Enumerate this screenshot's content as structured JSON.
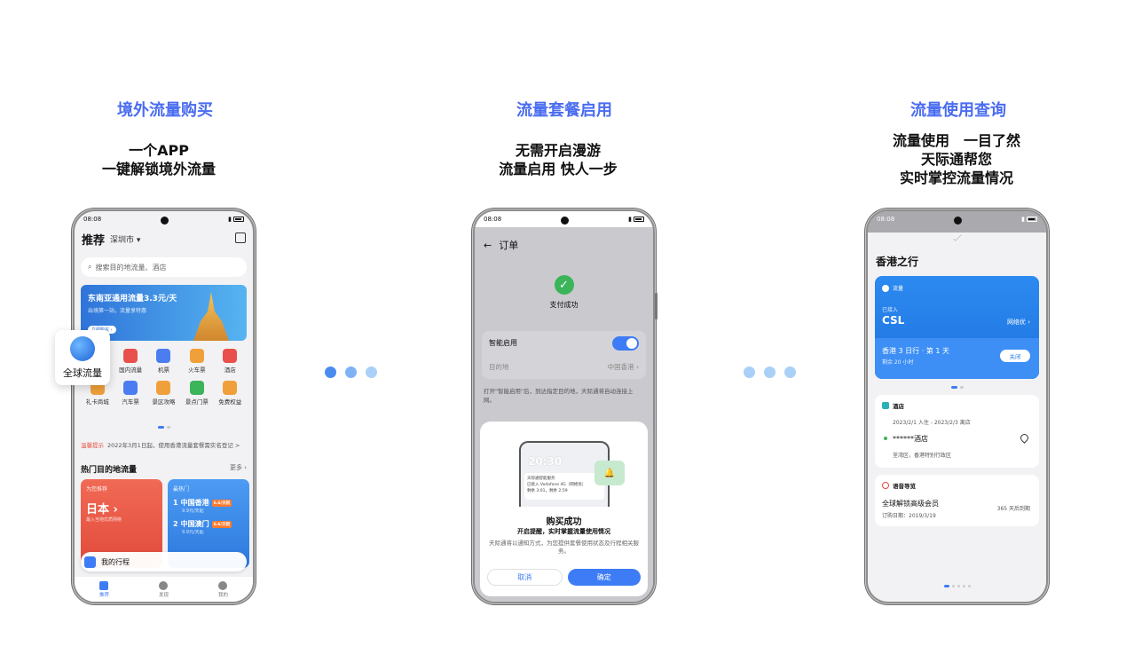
{
  "columns": [
    {
      "title": "境外流量购买",
      "subtitle": [
        "一个APP",
        "一键解锁境外流量"
      ]
    },
    {
      "title": "流量套餐启用",
      "subtitle": [
        "无需开启漫游",
        "流量启用 快人一步"
      ]
    },
    {
      "title": "流量使用查询",
      "subtitle": [
        "流量使用　一目了然",
        "天际通帮您",
        "实时掌控流量情况"
      ]
    }
  ],
  "colors": {
    "accent": "#4a6cf0",
    "blue": "#3d7cf5",
    "dot_strong": "#4a8bf0",
    "dot_light": "#a9d0f7"
  },
  "status_time": "08:08",
  "phone1": {
    "title": "推荐",
    "city": "深圳市 ▾",
    "search_placeholder": "搜索目的地流量、酒店",
    "banner": {
      "title": "东南亚通用流量3.3元/天",
      "subtitle": "出境第一站，流量享特惠",
      "button": "立即购买 ›"
    },
    "grid": [
      {
        "label": "",
        "color": "transparent"
      },
      {
        "label": "国内流量",
        "color": "#e9504b"
      },
      {
        "label": "机票",
        "color": "#4b7df0"
      },
      {
        "label": "火车票",
        "color": "#f0a03a"
      },
      {
        "label": "酒店",
        "color": "#e9504b"
      },
      {
        "label": "礼卡商城",
        "color": "#f0a03a"
      },
      {
        "label": "汽车票",
        "color": "#4b7df0"
      },
      {
        "label": "景区攻略",
        "color": "#f0a03a"
      },
      {
        "label": "景点门票",
        "color": "#3bb45a"
      },
      {
        "label": "免费权益",
        "color": "#f0a03a"
      }
    ],
    "notice_tag": "温馨提示",
    "notice_text": "2022年3月1日起，使用香港流量套餐需实名登记 >",
    "hot_title": "热门目的地流量",
    "hot_more": "更多 ›",
    "card_red": {
      "tag": "为您推荐",
      "name": "日本 ›",
      "desc": "最入当地优质网络"
    },
    "card_blue": {
      "tag": "最热门",
      "rows": [
        {
          "n": "1",
          "name": "中国香港",
          "badge": "6.6/天起"
        },
        {
          "n": "2",
          "name": "中国澳门",
          "badge": "6.6/天起"
        }
      ],
      "price": "9.9元/天起"
    },
    "trip_label": "我的行程",
    "tabs": [
      "推荐",
      "发现",
      "我的"
    ],
    "float_label": "全球流量"
  },
  "phone2": {
    "header": "订单",
    "success": "支付成功",
    "smart_label": "智能启用",
    "dest_label": "目的地",
    "dest_value": "中国香港 ›",
    "hint": "打开\"智能启用\"后，到达指定目的地，天际通将自动连接上网。",
    "mini_time": "20:30",
    "mini_line1": "天际通智能服务",
    "mini_line2": "已接入 Vodafone 4G（网络优）",
    "mini_line3": "剩余 3:01，剩余 2:59",
    "sheet_title": "购买成功",
    "sheet_sub": "开启提醒，实时掌握流量使用情况",
    "sheet_desc": "天际通将以通知方式，为您提供套餐使用状态及行程相关服务。",
    "cancel": "取消",
    "confirm": "确定"
  },
  "phone3": {
    "title": "香港之行",
    "flow_label": "流量",
    "connected": "已接入",
    "operator": "CSL",
    "network": "网络优 ›",
    "plan_title": "香港 3 日行 · 第 1 天",
    "plan_remaining": "剩余 20 小时",
    "close": "关闭",
    "hotel_label": "酒店",
    "hotel_dates": "2023/2/1 入住 - 2023/2/3 离店",
    "hotel_name": "******酒店",
    "hotel_addr": "荃湾区，香港特别行政区",
    "voice_label": "语音导览",
    "voice_title": "全球解锁高级会员",
    "voice_date": "订购日期：2019/3/19",
    "voice_expire": "365 天后到期"
  }
}
